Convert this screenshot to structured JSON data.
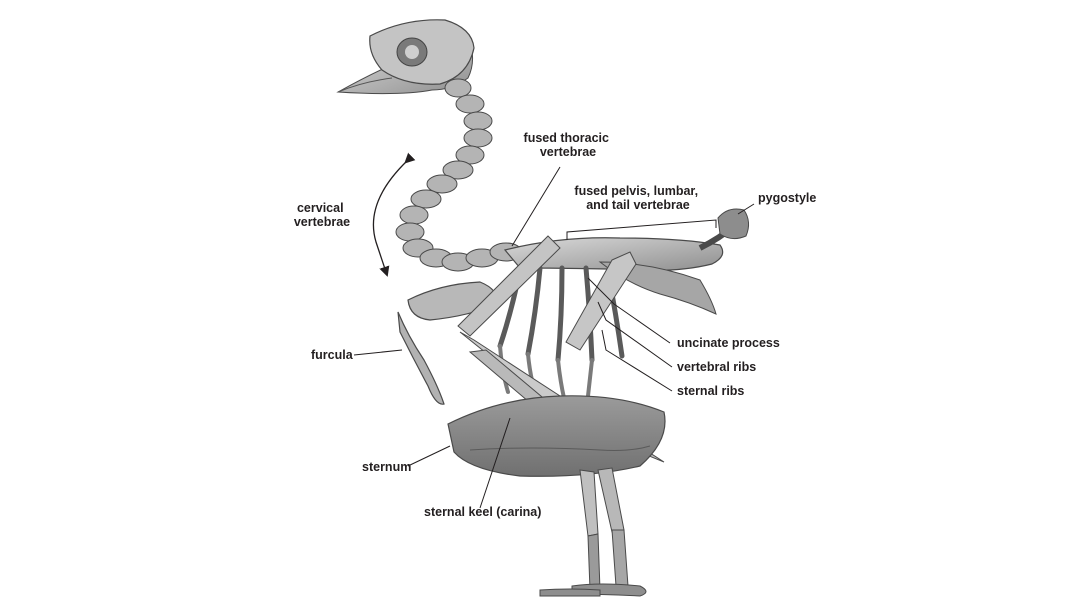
{
  "labels": {
    "cervical": [
      "cervical",
      "vertebrae"
    ],
    "fused_thoracic": [
      "fused thoracic",
      "vertebrae"
    ],
    "fused_pelvis": [
      "fused pelvis, lumbar,",
      "and tail vertebrae"
    ],
    "pygostyle": "pygostyle",
    "uncinate": "uncinate process",
    "vertebral_ribs": "vertebral ribs",
    "sternal_ribs": "sternal ribs",
    "furcula": "furcula",
    "sternum": "sternum",
    "keel": "sternal keel (carina)"
  },
  "colors": {
    "bone_light": "#c9c9c9",
    "bone_mid": "#9e9e9e",
    "bone_dark": "#6d6d6d",
    "outline": "#4a4a4a",
    "label": "#231f20"
  }
}
